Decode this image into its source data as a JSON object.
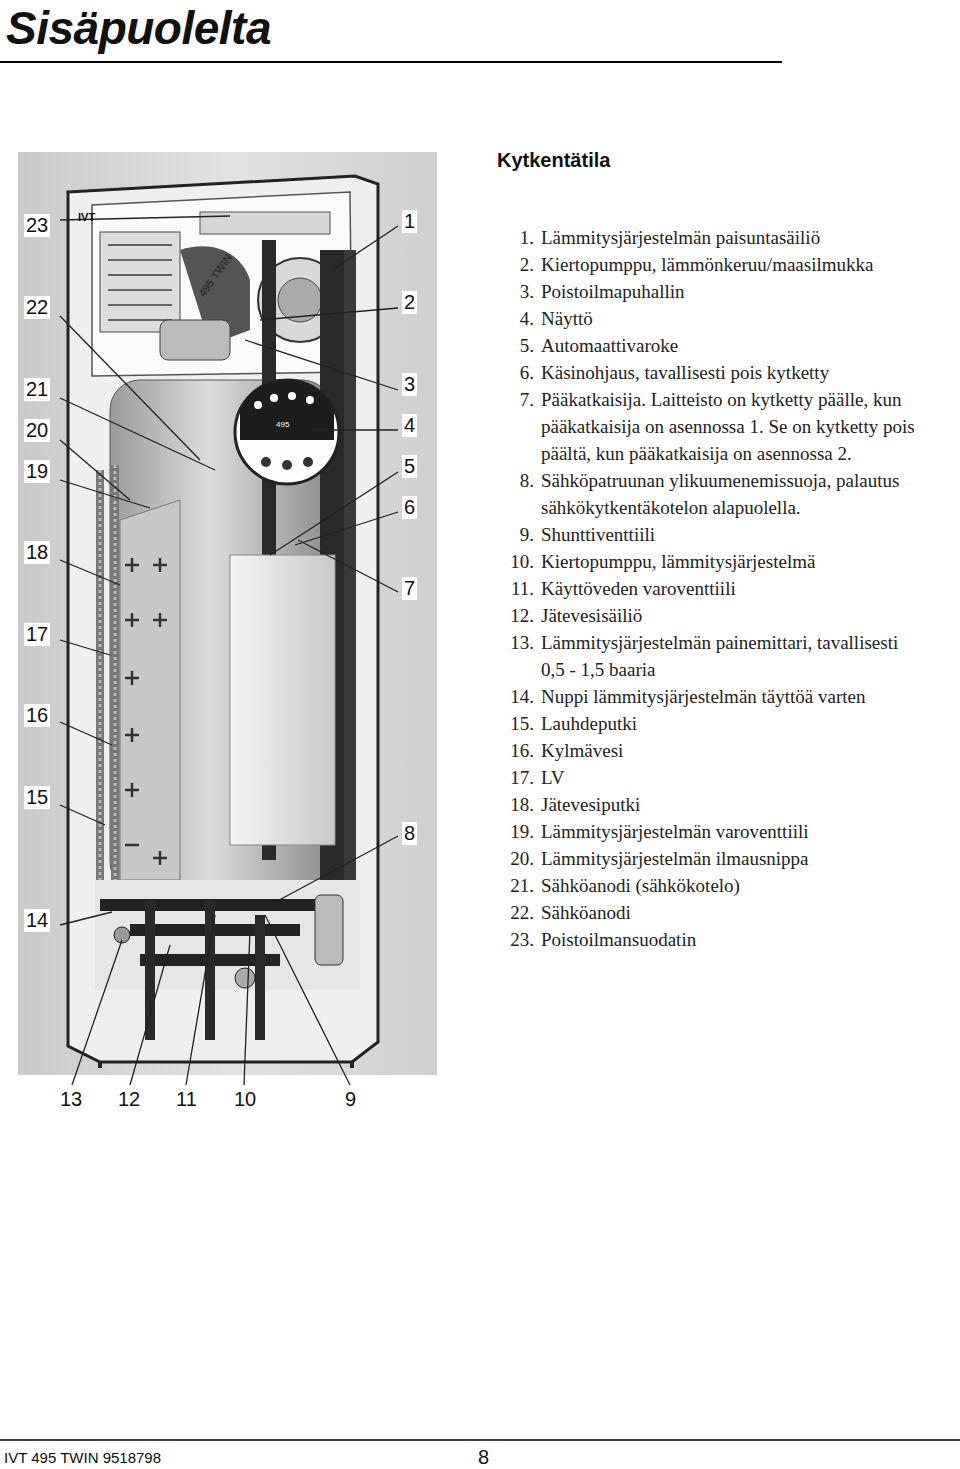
{
  "diagram": {
    "title": "Sisäpuolelta",
    "labels": [
      "IVT",
      "495 TWIN",
      "495",
      "23",
      "22",
      "21",
      "20",
      "19",
      "18",
      "17",
      "16",
      "15",
      "14",
      "1",
      "2",
      "3",
      "4",
      "5",
      "6",
      "7",
      "8",
      "13",
      "12",
      "11",
      "10",
      "9",
      "Kytkentätila",
      "1.",
      "Lämmitysjärjestelmän paisuntasäiliö",
      "2.",
      "Kiertopumppu, lämmönkeruu/maasilmukka",
      "3.",
      "Poistoilmapuhallin",
      "4.",
      "Näyttö",
      "5.",
      "Automaattivaroke",
      "6.",
      "Käsinohjaus, tavallisesti pois kytketty",
      "7.",
      "Pääkatkaisija. Laitteisto on kytketty päälle, kun pääkatkaisija on asennossa 1. Se on kytketty pois päältä, kun pääkatkaisija on asennossa 2.",
      "8.",
      "Sähköpatruunan ylikuumenemissuoja, palautus sähkökytkentäkotelon alapuolella.",
      "9.",
      "Shunttiventtiili",
      "10.",
      "Kiertopumppu, lämmitysjärjestelmä",
      "11.",
      "Käyttöveden varoventtiili",
      "12.",
      "Jätevesisäiliö",
      "13.",
      "Lämmitysjärjestelmän painemittari, tavallisesti 0,5 - 1,5 baaria",
      "14.",
      "Nuppi lämmitysjärjestelmän täyttöä varten",
      "15.",
      "Lauhdeputki",
      "16.",
      "Kylmävesi",
      "17.",
      "LV",
      "18.",
      "Jätevesiputki",
      "19.",
      "Lämmitysjärjestelmän varoventtiili",
      "20.",
      "Lämmitysjärjestelmän ilmausnippa",
      "21.",
      "Sähköanodi (sähkökotelo)",
      "22.",
      "Sähköanodi",
      "23.",
      "Poistoilmansuodatin",
      "IVT 495 TWIN 9518798",
      "8"
    ]
  }
}
